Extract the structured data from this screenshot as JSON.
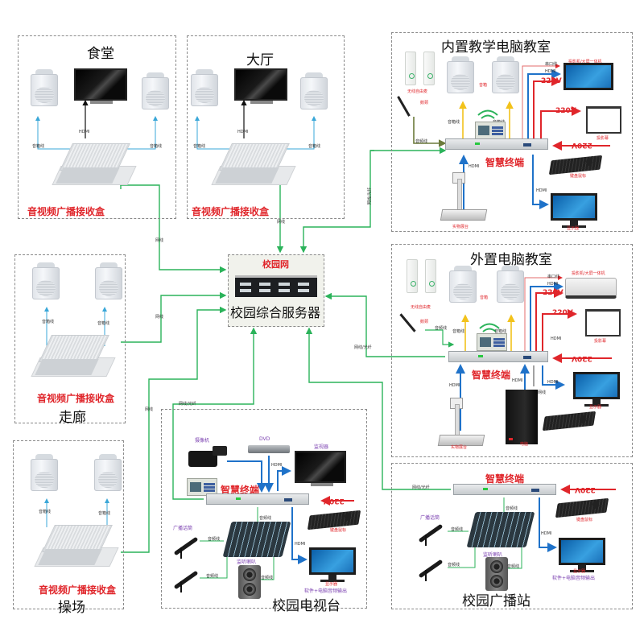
{
  "zones": {
    "canteen": {
      "title": "食堂",
      "receiver_label": "音视频广播接收盒",
      "speaker_wire_left": "音箱线",
      "speaker_wire_right": "音箱线",
      "hdmi": "HDMI",
      "net_label": "网线"
    },
    "hall": {
      "title": "大厅",
      "receiver_label": "音视频广播接收盒",
      "speaker_wire_left": "音箱线",
      "speaker_wire_right": "音箱线",
      "hdmi": "HDMI",
      "net_label": "网线"
    },
    "corridor": {
      "title": "走廊",
      "receiver_label": "音视频广播接收盒",
      "speaker_wire_left": "音箱线",
      "speaker_wire_right": "音箱线",
      "net_label": "网线"
    },
    "playground": {
      "title": "操场",
      "receiver_label": "音视频广播接收盒",
      "speaker_wire_left": "音箱线",
      "speaker_wire_right": "音箱线",
      "net_label": "网线"
    },
    "builtin_lab": {
      "title": "内置教学电脑教室",
      "terminal_label": "智慧终端",
      "ap_label": "无线自由麦",
      "mic_label": "鹅颈",
      "speaker_label": "音箱",
      "audio_wire_left": "音箱线",
      "audio_wire_right": "音箱线",
      "mic_wire": "音频线",
      "display_label": "投影机/大屏一体机",
      "serial_wire": "串口线",
      "hdmi": "HDMI",
      "power_1": "220V",
      "power_2": "220V",
      "power_in": "220V",
      "screen_label": "投影幕",
      "keyboard_label": "键盘鼠标",
      "doccam_label": "实物展台",
      "doccam_hdmi": "HDMI",
      "monitor_hdmi": "HDMI",
      "monitor_label": "显示器",
      "net_label": "网线/光纤"
    },
    "external_lab": {
      "title": "外置电脑教室",
      "terminal_label": "智慧终端",
      "ap_label": "无线自由麦",
      "mic_label": "鹅颈",
      "speaker_label": "音箱",
      "audio_wire_left": "音箱线",
      "audio_wire_right": "音箱线",
      "mic_wire": "音频线",
      "display_label": "投影机/大屏一体机",
      "serial_wire": "串口线",
      "hdmi": "HDMI",
      "power_1": "220V",
      "power_2": "220V",
      "power_in": "220V",
      "screen_label": "投影幕",
      "screen_hdmi": "HDMI",
      "doccam_label": "实物展台",
      "doccam_hdmi": "HDMI",
      "pc_hdmi": "HDMI",
      "pc_net": "网线",
      "pc_label": "电脑",
      "monitor_hdmi": "HDMI",
      "monitor_label": "显示器",
      "net_label": "网线/光纤"
    },
    "tv_station": {
      "title": "校园电视台",
      "terminal_label": "智慧终端",
      "camcorder_label": "摄像机",
      "dvd_label": "DVD",
      "dvd_hdmi": "HDMI",
      "tv_label": "监视器",
      "power_in": "220V",
      "keyboard_label": "键盘鼠标",
      "mic_label": "广播话筒",
      "audio_wire_1": "音频线",
      "audio_wire_2": "音频线",
      "audio_wire_3": "音频线",
      "audio_wire_4": "音频线",
      "monitor_speaker_label": "监听喇叭",
      "monitor_hdmi": "HDMI",
      "monitor_label": "显示器",
      "monitor_sub": "软件+电脑音频输出",
      "net_label": "网线/光纤"
    },
    "radio_station": {
      "title": "校园广播站",
      "terminal_label": "智慧终端",
      "power_in": "220V",
      "keyboard_label": "键盘鼠标",
      "mic_label": "广播话筒",
      "audio_wire_1": "音频线",
      "audio_wire_2": "音频线",
      "audio_wire_3": "音频线",
      "audio_wire_4": "音频线",
      "monitor_speaker_label": "监听喇叭",
      "monitor_hdmi": "HDMI",
      "monitor_label": "显示器",
      "monitor_sub": "软件+电脑音频输出",
      "net_label": "网线/光纤"
    }
  },
  "server": {
    "network_label": "校园网",
    "title": "校园综合服务器"
  },
  "colors": {
    "net": "#2bb35a",
    "hdmi": "#1f72c9",
    "power": "#e0262b",
    "speaker": "#3aa7d8",
    "audio": "#f2c21b",
    "mic": "#6b7a3a",
    "serial": "#e36b6b",
    "label_red": "#e0262b"
  }
}
